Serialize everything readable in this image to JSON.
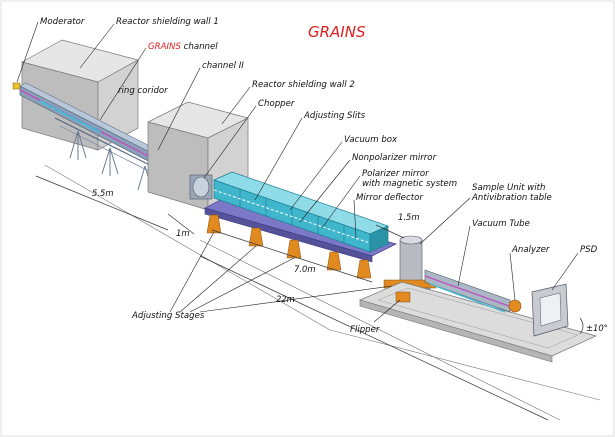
{
  "title": "GRAINS",
  "colors": {
    "title": "#e02020",
    "channel_label": "#e02020",
    "ring_label": "#3c3cc8",
    "vacuum_box": "#3fb6cc",
    "table": "#7b78c8",
    "stand": "#e08a20",
    "neutron_beam": "#c050c0",
    "wall": "#c9c9c9"
  },
  "labels": {
    "moderator": "Moderator",
    "wall1": "Reactor shielding wall 1",
    "grains_prefix": "GRAINS",
    "grains_suffix": "channel",
    "channel2": "channel II",
    "ring": "ring coridor",
    "wall2": "Reactor shielding wall 2",
    "chopper": "Chopper",
    "slits": "Adjusting Slits",
    "vacuum_box": "Vacuum box",
    "nonpolarizer": "Nonpolarizer mirror",
    "polarizer_line1": "Polarizer mirror",
    "polarizer_line2": "with magnetic system",
    "deflector": "Mirror deflector",
    "sample_line1": "Sample Unit with",
    "sample_line2": "Antivibration table",
    "vacuum_tube": "Vacuum Tube",
    "analyzer": "Analyzer",
    "psd": "PSD",
    "stages": "Adjusting Stages",
    "flipper": "Flipper"
  },
  "dimensions": {
    "d_5_5m": "5.5m",
    "d_1m": "1m",
    "d_1_5m": "1.5m",
    "d_7_0m": "7.0m",
    "d_22m": "22m",
    "angle": "±10°"
  }
}
